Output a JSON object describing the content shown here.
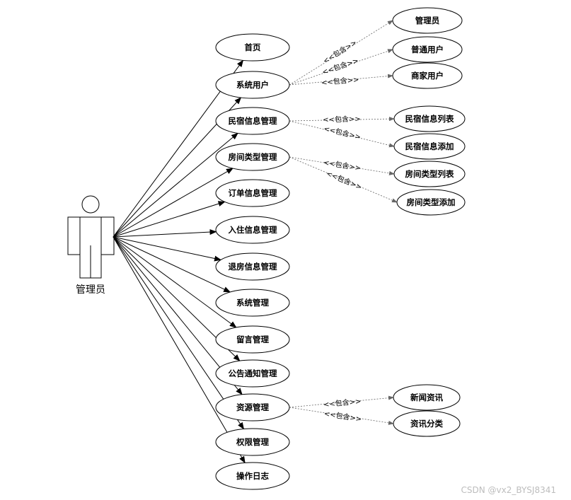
{
  "actor": {
    "label": "管理员"
  },
  "use_cases": [
    {
      "id": "home",
      "label": "首页"
    },
    {
      "id": "system-users",
      "label": "系统用户"
    },
    {
      "id": "homestay-info",
      "label": "民宿信息管理"
    },
    {
      "id": "room-type",
      "label": "房间类型管理"
    },
    {
      "id": "order-info",
      "label": "订单信息管理"
    },
    {
      "id": "checkin-info",
      "label": "入住信息管理"
    },
    {
      "id": "checkout-info",
      "label": "退房信息管理"
    },
    {
      "id": "system-manage",
      "label": "系统管理"
    },
    {
      "id": "message-manage",
      "label": "留言管理"
    },
    {
      "id": "notice-manage",
      "label": "公告通知管理"
    },
    {
      "id": "resource-manage",
      "label": "资源管理"
    },
    {
      "id": "permission-manage",
      "label": "权限管理"
    },
    {
      "id": "operation-log",
      "label": "操作日志"
    }
  ],
  "sub_cases": [
    {
      "id": "admin",
      "label": "管理员"
    },
    {
      "id": "normal-user",
      "label": "普通用户"
    },
    {
      "id": "merchant-user",
      "label": "商家用户"
    },
    {
      "id": "homestay-list",
      "label": "民宿信息列表"
    },
    {
      "id": "homestay-add",
      "label": "民宿信息添加"
    },
    {
      "id": "room-type-list",
      "label": "房间类型列表"
    },
    {
      "id": "room-type-add",
      "label": "房间类型添加"
    },
    {
      "id": "news",
      "label": "新闻资讯"
    },
    {
      "id": "news-category",
      "label": "资讯分类"
    }
  ],
  "include_relation": "<<包含>>",
  "watermark": "CSDN @vx2_BYSJ8341"
}
